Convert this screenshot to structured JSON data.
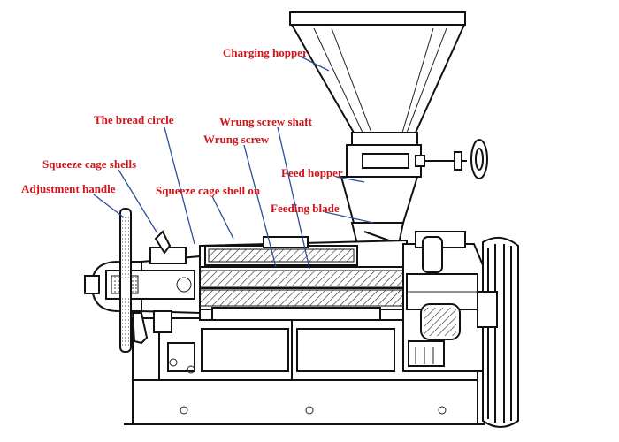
{
  "labels": {
    "charging_hopper": "Charging hopper",
    "bread_circle": "The bread circle",
    "wrung_screw_shaft": "Wrung screw shaft",
    "wrung_screw": "Wrung screw",
    "squeeze_cage_shells": "Squeeze cage shells",
    "feed_hopper": "Feed hopper",
    "adjustment_handle": "Adjustment handle",
    "squeeze_cage_shell_on": "Squeeze cage shell on",
    "feeding_blade": "Feeding blade"
  },
  "colors": {
    "label_text": "#d0141b",
    "leader_line": "#2a4f9a",
    "drawing": "#111111"
  }
}
